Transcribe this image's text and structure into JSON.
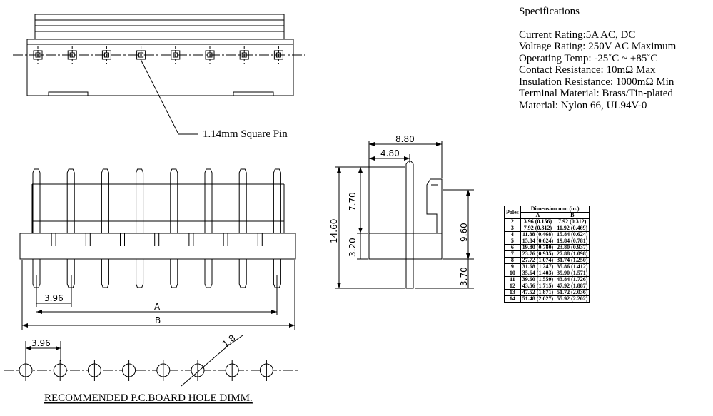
{
  "labels": {
    "square_pin": "1.14mm Square Pin",
    "dim_a": "A",
    "dim_b": "B",
    "pitch_front": "3.96",
    "pitch_hole": "3.96",
    "hole_dia": "1.8",
    "recommended": "RECOMMENDED P.C.BOARD HOLE DIMM."
  },
  "side_view": {
    "width": "8.80",
    "offset": "4.80",
    "upper": "7.70",
    "total": "14.60",
    "lower": "3.20",
    "housing": "9.60",
    "tail": "3.70"
  },
  "specifications": {
    "title": "Specifications",
    "lines": [
      "Current Rating:5A AC, DC",
      "Voltage Rating: 250V AC Maximum",
      "Operating Temp: -25˚C ~ +85˚C",
      "Contact Resistance: 10mΩ Max",
      "Insulation Resistance: 1000mΩ  Min",
      "Terminal Material: Brass/Tin-plated",
      "Material: Nylon 66, UL94V-0"
    ]
  },
  "dimension_table": {
    "header_poles": "Poles",
    "header_group": "Dimension mm (in.)",
    "header_a": "A",
    "header_b": "B",
    "rows": [
      [
        "2",
        "3.96 (0.156)",
        "7.92 (0.312)"
      ],
      [
        "3",
        "7.92 (0.312)",
        "11.92 (0.469)"
      ],
      [
        "4",
        "11.88 (0.468)",
        "15.84 (0.624)"
      ],
      [
        "5",
        "15.84 (0.624)",
        "19.84 (0.781)"
      ],
      [
        "6",
        "19.80 (0.780)",
        "23.80 (0.937)"
      ],
      [
        "7",
        "23.76 (0.935)",
        "27.88 (1.098)"
      ],
      [
        "8",
        "27.72 (1.074)",
        "31.74 (1.250)"
      ],
      [
        "9",
        "31.68 (1.247)",
        "35.86 (1.412)"
      ],
      [
        "10",
        "35.64 (1.403)",
        "39.90 (1.571)"
      ],
      [
        "11",
        "39.60 (1.559)",
        "43.84 (1.726)"
      ],
      [
        "12",
        "43.56 (1.715)",
        "47.92 (1.887)"
      ],
      [
        "13",
        "47.52 (1.871)",
        "51.72 (2.036)"
      ],
      [
        "14",
        "51.48 (2.027)",
        "55.92 (2.202)"
      ]
    ]
  }
}
